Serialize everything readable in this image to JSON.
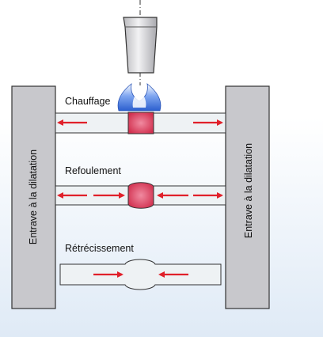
{
  "stages": {
    "heating": "Chauffage",
    "upsetting": "Refoulement",
    "shrinking": "Rétrécissement"
  },
  "left_block_label": "Entrave à la dilatation",
  "right_block_label": "Entrave à la dilatation",
  "colors": {
    "background_top": "#ffffff",
    "background_bottom": "#e3eef8",
    "block_fill": "#c8c8cc",
    "bar_fill": "#eef2f4",
    "arrow": "#e0202a",
    "heated_zone": "#d63a55",
    "flame": "#3a6fd8",
    "outline": "#222222"
  }
}
